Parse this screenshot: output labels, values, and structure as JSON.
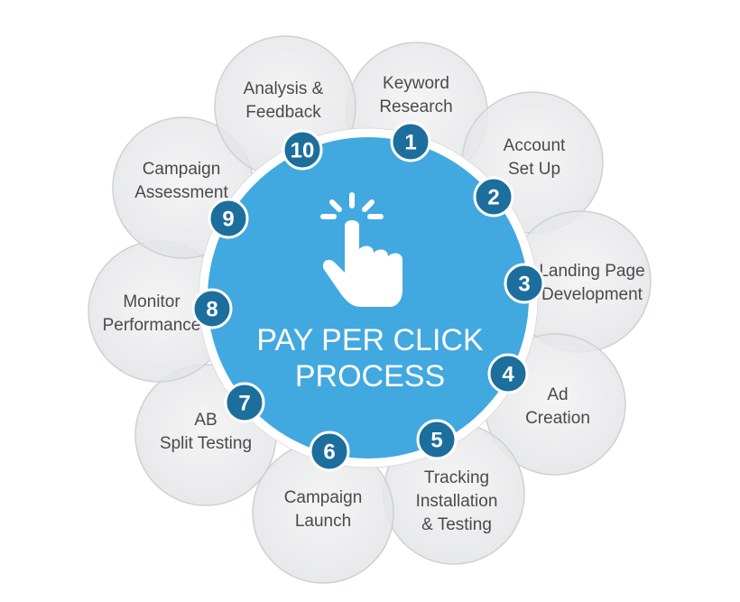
{
  "center": {
    "title_line1": "PAY PER CLICK",
    "title_line2": "PROCESS",
    "icon": "hand-pointer-click-icon",
    "fill_color": "#42a8e0",
    "ring_color": "#ffffff"
  },
  "colors": {
    "petal_fill": "#e9e9ea",
    "petal_stroke": "#cfd0d2",
    "badge_fill": "#1c6e9c",
    "badge_stroke": "#ffffff",
    "label_text": "#4a4a4a"
  },
  "steps": [
    {
      "number": "1",
      "label_lines": [
        "Keyword",
        "Research"
      ]
    },
    {
      "number": "2",
      "label_lines": [
        "Account",
        "Set Up"
      ]
    },
    {
      "number": "3",
      "label_lines": [
        "Landing Page",
        "Development"
      ]
    },
    {
      "number": "4",
      "label_lines": [
        "Ad",
        "Creation"
      ]
    },
    {
      "number": "5",
      "label_lines": [
        "Tracking",
        "Installation",
        "& Testing"
      ]
    },
    {
      "number": "6",
      "label_lines": [
        "Campaign",
        "Launch"
      ]
    },
    {
      "number": "7",
      "label_lines": [
        "AB",
        "Split Testing"
      ]
    },
    {
      "number": "8",
      "label_lines": [
        "Monitor",
        "Performance"
      ]
    },
    {
      "number": "9",
      "label_lines": [
        "Campaign",
        "Assessment"
      ]
    },
    {
      "number": "10",
      "label_lines": [
        "Analysis &",
        "Feedback"
      ]
    }
  ]
}
